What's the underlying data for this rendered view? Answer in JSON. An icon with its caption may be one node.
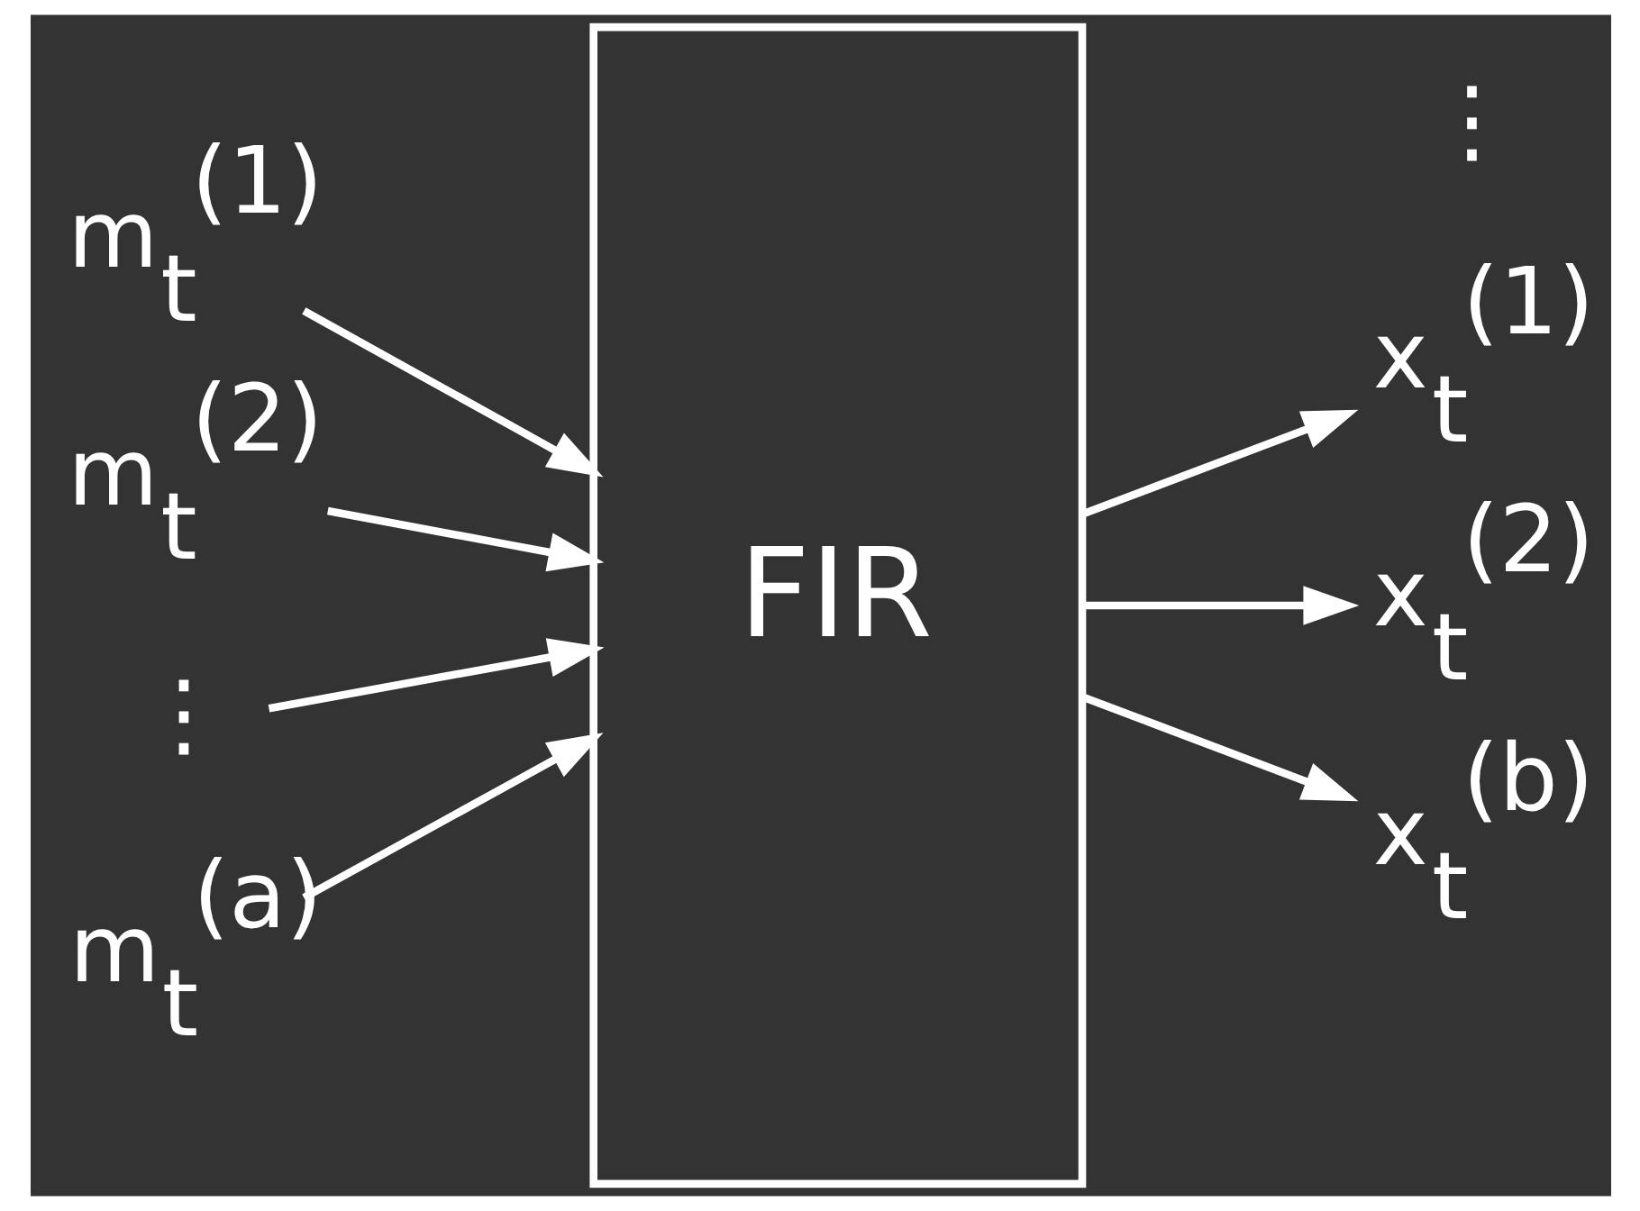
{
  "diagram": {
    "nodes": [
      {
        "text": [
          "m$_{t}$$^{(1)}$"
        ]
      },
      {
        "text": [
          "m$_{t}$$^{(2)}$"
        ]
      },
      {
        "text": [
          "⋮"
        ]
      },
      {
        "text": [
          "m$_{t}$$^{(a)}$"
        ]
      },
      {
        "text": [
          "FIR"
        ]
      },
      {
        "text": [
          "x$_{t}$$^{(1)}$"
        ]
      },
      {
        "text": [
          "x$_{t}$$^{(2)}$"
        ]
      },
      {
        "text": [
          "x$_{t}$$^{(b)}$"
        ]
      }
    ],
    "edges": [
      {
        "from": 0,
        "to": 4,
        "arrow": "to"
      },
      {
        "from": 1,
        "to": 4,
        "arrow": "to"
      },
      {
        "from": 2,
        "to": 4,
        "arrow": "to"
      },
      {
        "from": 3,
        "to": 4,
        "arrow": "to"
      },
      {
        "from": 4,
        "to": 5,
        "arrow": "to"
      },
      {
        "from": 4,
        "to": 6,
        "arrow": "to"
      },
      {
        "from": 4,
        "to": 7,
        "arrow": "to"
      }
    ],
    "labels": [
      "⋮"
    ]
  }
}
